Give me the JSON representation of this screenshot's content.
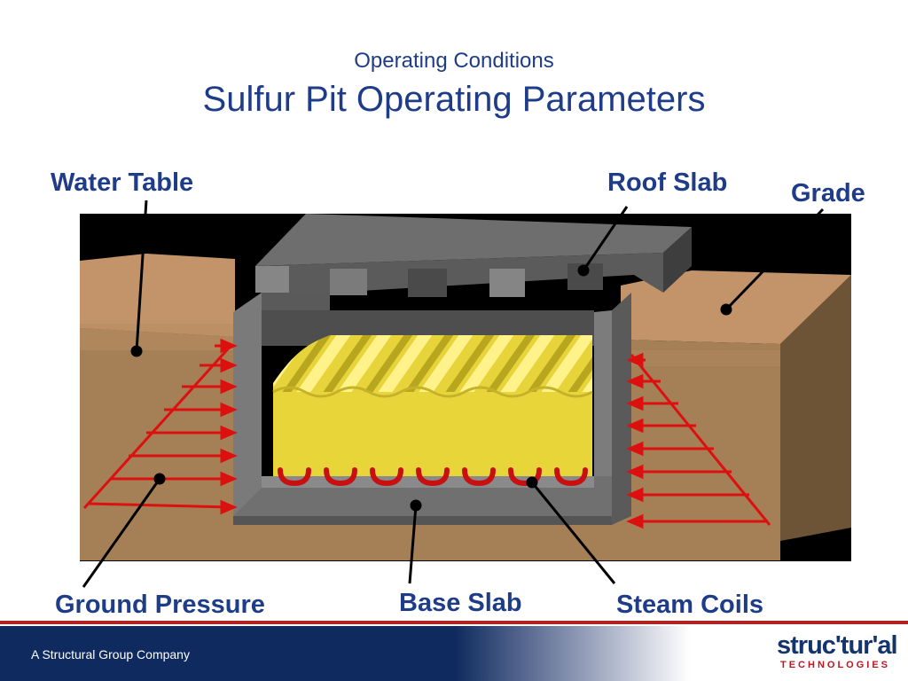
{
  "slide": {
    "subtitle": "Operating Conditions",
    "title": "Sulfur Pit Operating Parameters"
  },
  "labels": {
    "water_table": "Water Table",
    "roof_slab": "Roof Slab",
    "grade": "Grade",
    "ground_pressure": "Ground Pressure",
    "base_slab": "Base Slab",
    "steam_coils": "Steam Coils"
  },
  "footer": {
    "company_text": "A Structural Group Company"
  },
  "logo": {
    "main": "struc'tur'al",
    "sub": "TECHNOLOGIES"
  },
  "colors": {
    "title": "#1f3c88",
    "sulfur": "#e8d53a",
    "concrete": "#6e6e6e",
    "soil": "#b68a5e",
    "pressure_arrows": "#dd1010",
    "footer_navy": "#0e2a5e"
  }
}
